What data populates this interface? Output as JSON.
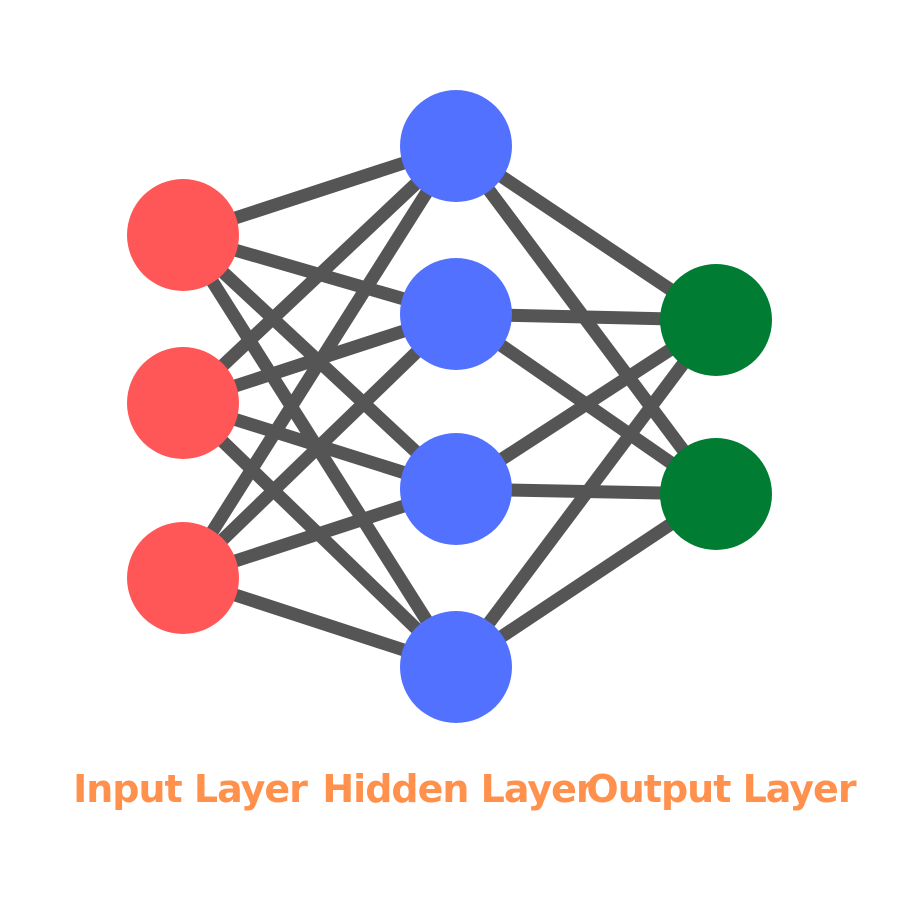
{
  "colors": {
    "background": "#ffffff",
    "edge": "#555555",
    "input_node": "#ff5757",
    "hidden_node": "#5271ff",
    "output_node": "#007d33",
    "label": "#ff914d"
  },
  "layers": [
    {
      "id": "input",
      "label": "Input Layer",
      "node_count": 3,
      "node_color": "#ff5757"
    },
    {
      "id": "hidden",
      "label": "Hidden Layer",
      "node_count": 4,
      "node_color": "#5271ff"
    },
    {
      "id": "output",
      "label": "Output Layer",
      "node_count": 2,
      "node_color": "#007d33"
    }
  ],
  "connections": [
    {
      "from": "input",
      "to": "hidden",
      "pattern": "fully-connected"
    },
    {
      "from": "hidden",
      "to": "output",
      "pattern": "fully-connected"
    }
  ]
}
